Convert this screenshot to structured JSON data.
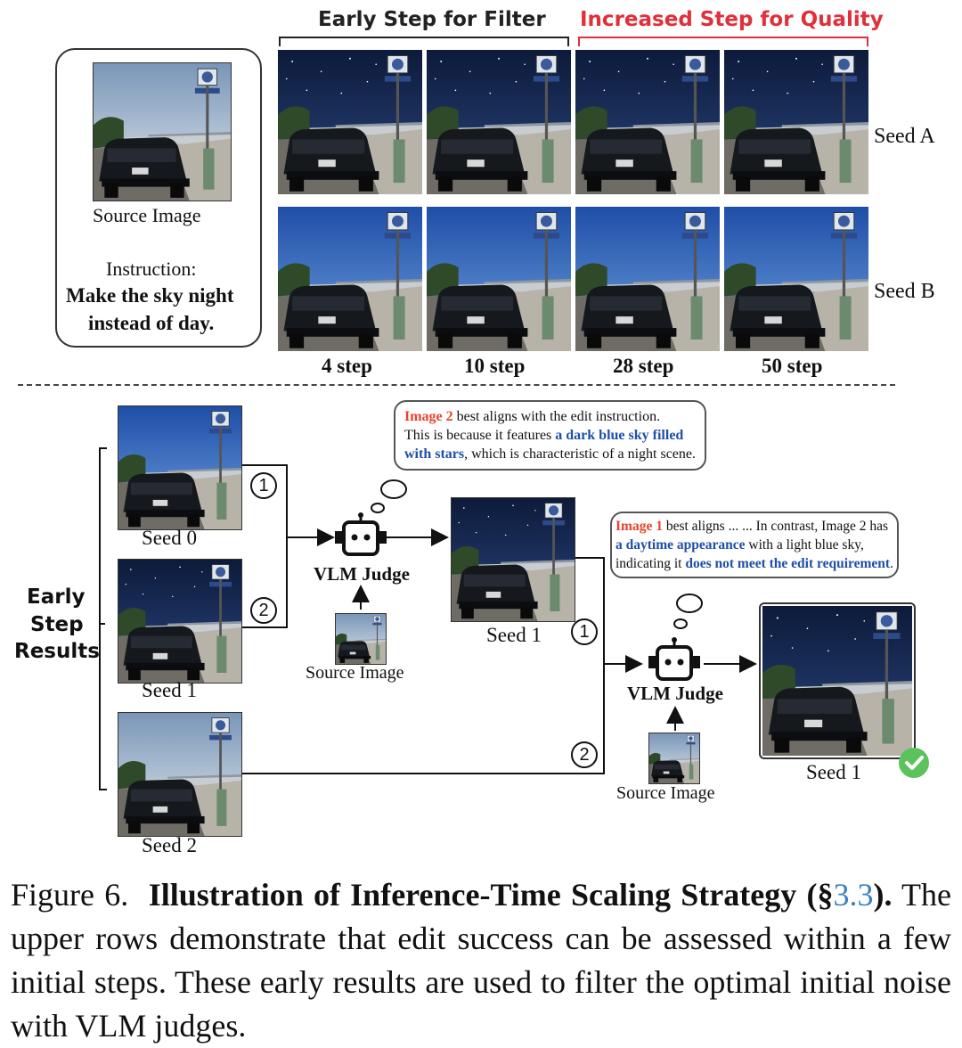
{
  "header": {
    "filter_label": "Early Step for Filter",
    "quality_label": "Increased Step for Quality",
    "colors": {
      "filter": "#222222",
      "quality": "#e0303a"
    }
  },
  "source_panel": {
    "image_label": "Source Image",
    "instruction_label": "Instruction:",
    "instruction_line1": "Make the sky night",
    "instruction_line2": "instead of day."
  },
  "seed_rows": [
    "Seed A",
    "Seed B"
  ],
  "step_labels": [
    "4 step",
    "10 step",
    "28 step",
    "50 step"
  ],
  "lower": {
    "early_step": [
      "Early",
      "Step",
      "Results"
    ],
    "seed_labels": [
      "Seed 0",
      "Seed 1",
      "Seed 2"
    ],
    "judge_label": "VLM Judge",
    "source_label": "Source Image",
    "mid_seed": "Seed 1",
    "final_seed": "Seed 1",
    "circle_1": "1",
    "circle_2": "2",
    "bubble1": {
      "a": "Image 2",
      "b": " best aligns with the edit instruction.",
      "c": "This is because it features ",
      "d": "a dark blue sky filled",
      "e": "with stars",
      "f": ", which is characteristic of a night scene."
    },
    "bubble2": {
      "a": "Image 1",
      "b": " best aligns ... ... In contrast, Image 2 has",
      "c": "a daytime appearance",
      "d": " with a light blue sky,",
      "e": "indicating it ",
      "f": "does not meet the edit requirement",
      "g": "."
    }
  },
  "caption": {
    "fig": "Figure 6.",
    "title": "Illustration of Inference-Time Scaling Strategy",
    "open": "(§",
    "ref": "3.3",
    "close": ").",
    "body": " The upper rows demonstrate that edit success can be assessed within a few initial steps. These early results are used to filter the optimal initial noise with VLM judges."
  }
}
